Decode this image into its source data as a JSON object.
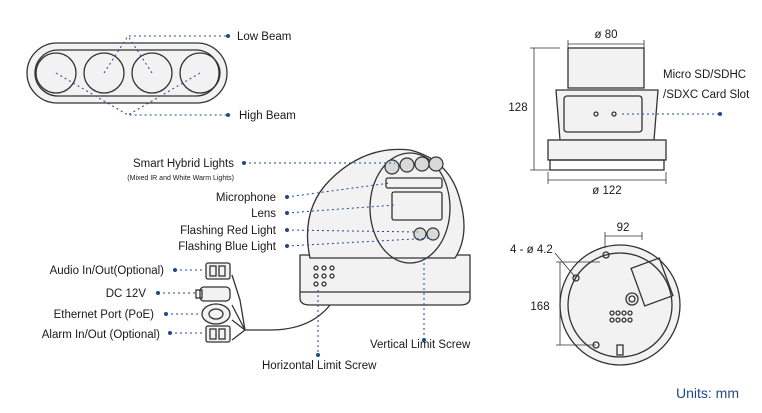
{
  "beam": {
    "low_beam": "Low Beam",
    "high_beam": "High Beam"
  },
  "camera_labels": {
    "smart_hybrid_lights": "Smart Hybrid Lights",
    "smart_hybrid_sub": "(Mixed IR and White Warm Lights)",
    "microphone": "Microphone",
    "lens": "Lens",
    "flashing_red": "Flashing Red Light",
    "flashing_blue": "Flashing Blue Light",
    "audio": "Audio In/Out(Optional)",
    "dc": "DC 12V",
    "ethernet": "Ethernet Port (PoE)",
    "alarm": "Alarm In/Out (Optional)",
    "vertical_screw": "Vertical Limit Screw",
    "horizontal_screw": "Horizontal Limit Screw"
  },
  "dimensions": {
    "top_width": "ø 80",
    "height": "128",
    "base_width": "ø 122",
    "sd_slot_line1": "Micro SD/SDHC",
    "sd_slot_line2": "/SDXC Card Slot",
    "hole_spacing": "92",
    "holes": "4 - ø 4.2",
    "base_height": "168"
  },
  "units": "Units: mm",
  "colors": {
    "leader": "#1f4a8f",
    "drawing": "#333333"
  }
}
